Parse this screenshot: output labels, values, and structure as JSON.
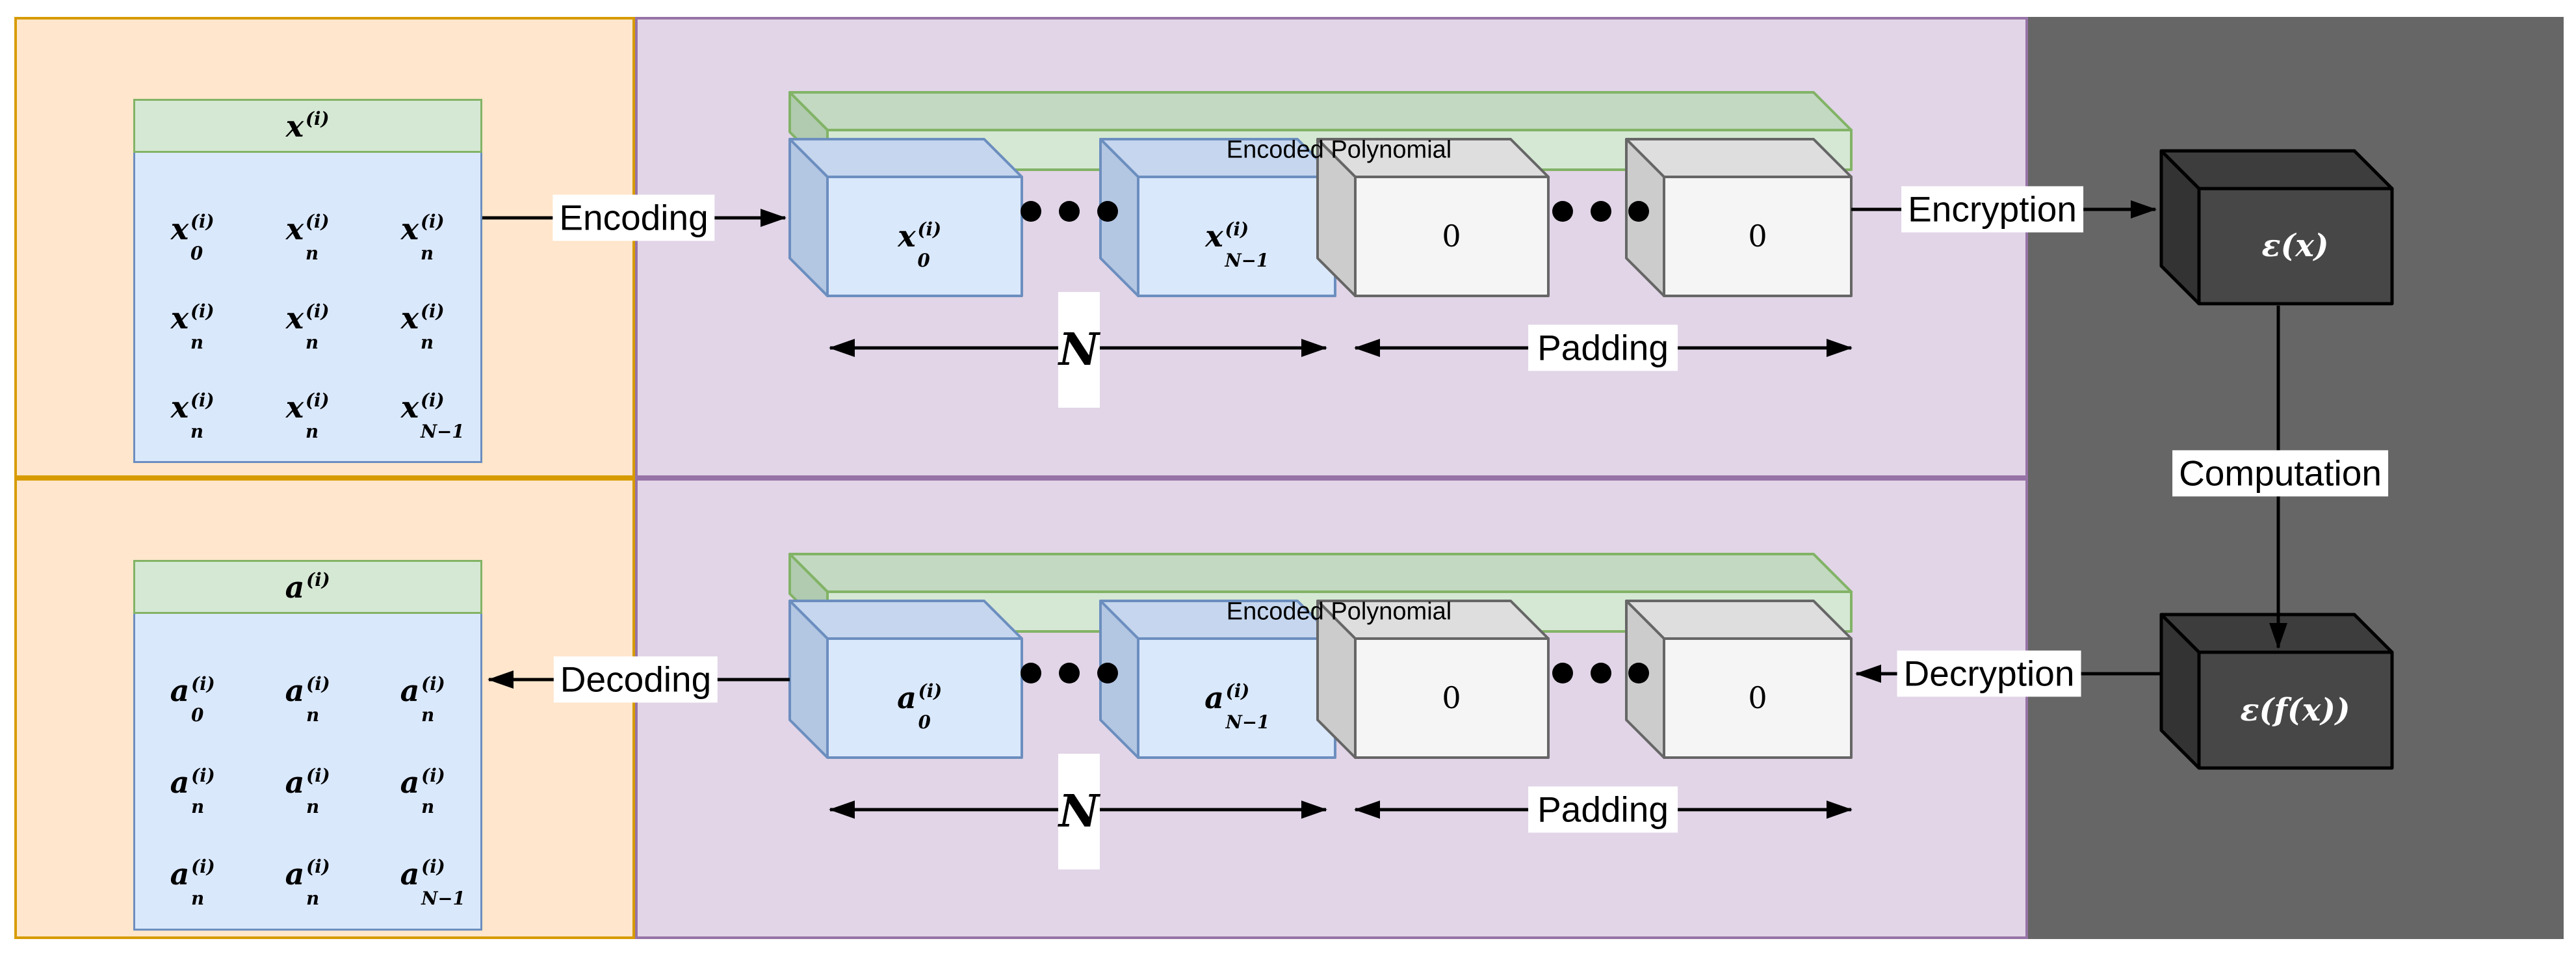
{
  "colors": {
    "canvas-bg": "#ffffff",
    "plaintext-region-fill": "#ffe6cc",
    "plaintext-region-border": "#d79b00",
    "encoded-region-fill": "#e1d5e7",
    "encoded-region-border": "#9673a6",
    "encrypted-region-fill": "#666666",
    "matrix-header-fill": "#d5e8d4",
    "matrix-header-border": "#82b366",
    "matrix-body-fill": "#dae8fc",
    "matrix-body-border": "#6c8ebf",
    "slot-blue-front": "#dae8fc",
    "slot-blue-top": "#c5d6ee",
    "slot-blue-side": "#b3c6e2",
    "slot-blue-border": "#6c8ebf",
    "slot-zero-front": "#f5f5f5",
    "slot-zero-top": "#dedede",
    "slot-zero-side": "#cccccc",
    "slot-zero-border": "#666666",
    "green-bar-front": "#d5e8d4",
    "green-bar-top": "#c3d9c1",
    "green-bar-side": "#b0cbaf",
    "green-bar-border": "#82b366",
    "dark-box-front": "#474747",
    "dark-box-top": "#3d3d3d",
    "dark-box-side": "#333333",
    "arrow-color": "#000000",
    "label-bg": "#ffffff"
  },
  "flow": {
    "encoding": "Encoding",
    "encryption": "Encryption",
    "computation": "Computation",
    "decryption": "Decryption",
    "decoding": "Decoding"
  },
  "polynomial": {
    "bar_label": "Encoded Polynomial",
    "n_label": "N",
    "padding_label": "Padding",
    "zero": "0",
    "top": {
      "first": {
        "b": "x",
        "sb": "0",
        "sp": "(i)"
      },
      "last": {
        "b": "x",
        "sb": "N−1",
        "sp": "(i)"
      }
    },
    "bottom": {
      "first": {
        "b": "a",
        "sb": "0",
        "sp": "(i)"
      },
      "last": {
        "b": "a",
        "sb": "N−1",
        "sp": "(i)"
      }
    }
  },
  "matrices": {
    "input": {
      "header": {
        "b": "x",
        "sp": "(i)"
      },
      "cells": [
        [
          {
            "b": "x",
            "sb": "0",
            "sp": "(i)"
          },
          {
            "b": "x",
            "sb": "n",
            "sp": "(i)"
          },
          {
            "b": "x",
            "sb": "n",
            "sp": "(i)"
          }
        ],
        [
          {
            "b": "x",
            "sb": "n",
            "sp": "(i)"
          },
          {
            "b": "x",
            "sb": "n",
            "sp": "(i)"
          },
          {
            "b": "x",
            "sb": "n",
            "sp": "(i)"
          }
        ],
        [
          {
            "b": "x",
            "sb": "n",
            "sp": "(i)"
          },
          {
            "b": "x",
            "sb": "n",
            "sp": "(i)"
          },
          {
            "b": "x",
            "sb": "N−1",
            "sp": "(i)"
          }
        ]
      ]
    },
    "output": {
      "header": {
        "b": "a",
        "sp": "(i)"
      },
      "cells": [
        [
          {
            "b": "a",
            "sb": "0",
            "sp": "(i)"
          },
          {
            "b": "a",
            "sb": "n",
            "sp": "(i)"
          },
          {
            "b": "a",
            "sb": "n",
            "sp": "(i)"
          }
        ],
        [
          {
            "b": "a",
            "sb": "n",
            "sp": "(i)"
          },
          {
            "b": "a",
            "sb": "n",
            "sp": "(i)"
          },
          {
            "b": "a",
            "sb": "n",
            "sp": "(i)"
          }
        ],
        [
          {
            "b": "a",
            "sb": "n",
            "sp": "(i)"
          },
          {
            "b": "a",
            "sb": "n",
            "sp": "(i)"
          },
          {
            "b": "a",
            "sb": "N−1",
            "sp": "(i)"
          }
        ]
      ]
    }
  },
  "ciphertexts": {
    "input": {
      "b": "ε(x)"
    },
    "output": {
      "b": "ε(f(x))"
    }
  }
}
